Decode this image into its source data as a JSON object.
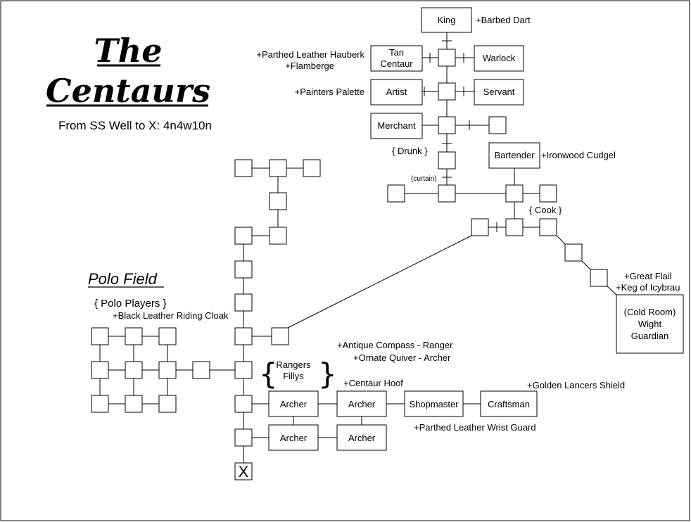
{
  "map": {
    "title_line1": "The",
    "title_line2": "Centaurs",
    "directions": "From SS Well to X: 4n4w10n",
    "section_polo": "Polo Field",
    "rooms": {
      "king": "King",
      "tan_centaur_1": "Tan",
      "tan_centaur_2": "Centaur",
      "warlock": "Warlock",
      "artist": "Artist",
      "servant": "Servant",
      "merchant": "Merchant",
      "bartender": "Bartender",
      "cold_room_1": "(Cold Room)",
      "cold_room_2": "Wight",
      "cold_room_3": "Guardian",
      "archer": "Archer",
      "shopmaster": "Shopmaster",
      "craftsman": "Craftsman",
      "exit": "X"
    },
    "notes": {
      "barbed_dart": "+Barbed Dart",
      "hauberk": "+Parthed Leather Hauberk",
      "flamberge": "+Flamberge",
      "palette": "+Painters Palette",
      "drunk": "{ Drunk }",
      "curtain": "(curtain)",
      "cudgel": "+Ironwood Cudgel",
      "cook": "{ Cook }",
      "great_flail": "+Great Flail",
      "keg": "+Keg of Icybrau",
      "polo_players": "{ Polo Players }",
      "riding_cloak": "+Black Leather Riding Cloak",
      "compass": "+Antique Compass - Ranger",
      "quiver": "+Ornate Quiver - Archer",
      "rangers": "Rangers",
      "fillys": "Fillys",
      "centaur_hoof": "+Centaur Hoof",
      "lancers_shield": "+Golden Lancers Shield",
      "wrist_guard": "+Parthed Leather Wrist Guard"
    }
  }
}
